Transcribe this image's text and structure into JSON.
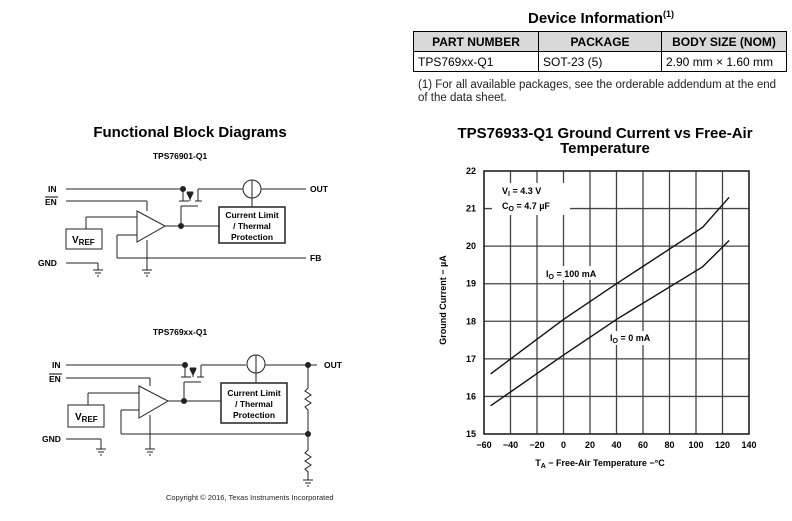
{
  "device_info": {
    "title": "Device Information",
    "title_ref": "(1)",
    "columns": [
      "PART NUMBER",
      "PACKAGE",
      "BODY SIZE (NOM)"
    ],
    "rows": [
      [
        "TPS769xx-Q1",
        "SOT-23 (5)",
        "2.90 mm × 1.60 mm"
      ]
    ],
    "footnote": "(1)  For all available packages, see the orderable addendum at the end of the data sheet."
  },
  "block_diagrams": {
    "title": "Functional Block Diagrams",
    "diagram1": {
      "title": "TPS76901-Q1",
      "pins": {
        "in": "IN",
        "en": "EN",
        "gnd": "GND",
        "out": "OUT",
        "fb": "FB"
      },
      "vref": "V",
      "vref_sub": "REF",
      "block": [
        "Current Limit",
        "/ Thermal",
        "Protection"
      ]
    },
    "diagram2": {
      "title": "TPS769xx-Q1",
      "pins": {
        "in": "IN",
        "en": "EN",
        "gnd": "GND",
        "out": "OUT"
      },
      "vref": "V",
      "vref_sub": "REF",
      "block": [
        "Current Limit",
        "/ Thermal",
        "Protection"
      ]
    },
    "copyright": "Copyright © 2016, Texas Instruments Incorporated"
  },
  "chart_data": {
    "type": "line",
    "title": "TPS76933-Q1 Ground Current vs Free-Air Temperature",
    "title_lines": [
      "TPS76933-Q1 Ground Current vs Free-Air",
      "Temperature"
    ],
    "xlabel": "T",
    "xlabel_sub": "A",
    "xlabel_rest": " − Free-Air Temperature −°C",
    "ylabel": "Ground Current − µA",
    "xlim": [
      -60,
      140
    ],
    "ylim": [
      15,
      22
    ],
    "xticks": [
      -60,
      -40,
      -20,
      0,
      20,
      40,
      60,
      80,
      100,
      120,
      140
    ],
    "xtick_labels": [
      "−60",
      "−40",
      "−20",
      "0",
      "20",
      "40",
      "60",
      "80",
      "100",
      "120",
      "140"
    ],
    "yticks": [
      15,
      16,
      17,
      18,
      19,
      20,
      21,
      22
    ],
    "grid": true,
    "conditions": {
      "vi": "V",
      "vi_sub": "I",
      "vi_rest": " = 4.3 V",
      "co": "C",
      "co_sub": "O",
      "co_rest": " = 4.7 µF"
    },
    "series": [
      {
        "name": "IO = 100 mA",
        "label_main": "I",
        "label_sub": "O",
        "label_rest": " = 100 mA",
        "x": [
          -55,
          0,
          40,
          105,
          125
        ],
        "y": [
          16.6,
          18.05,
          19.0,
          20.5,
          21.3
        ]
      },
      {
        "name": "IO = 0 mA",
        "label_main": "I",
        "label_sub": "O",
        "label_rest": " = 0 mA",
        "x": [
          -55,
          0,
          40,
          105,
          125
        ],
        "y": [
          15.75,
          17.1,
          18.05,
          19.45,
          20.15
        ]
      }
    ]
  }
}
